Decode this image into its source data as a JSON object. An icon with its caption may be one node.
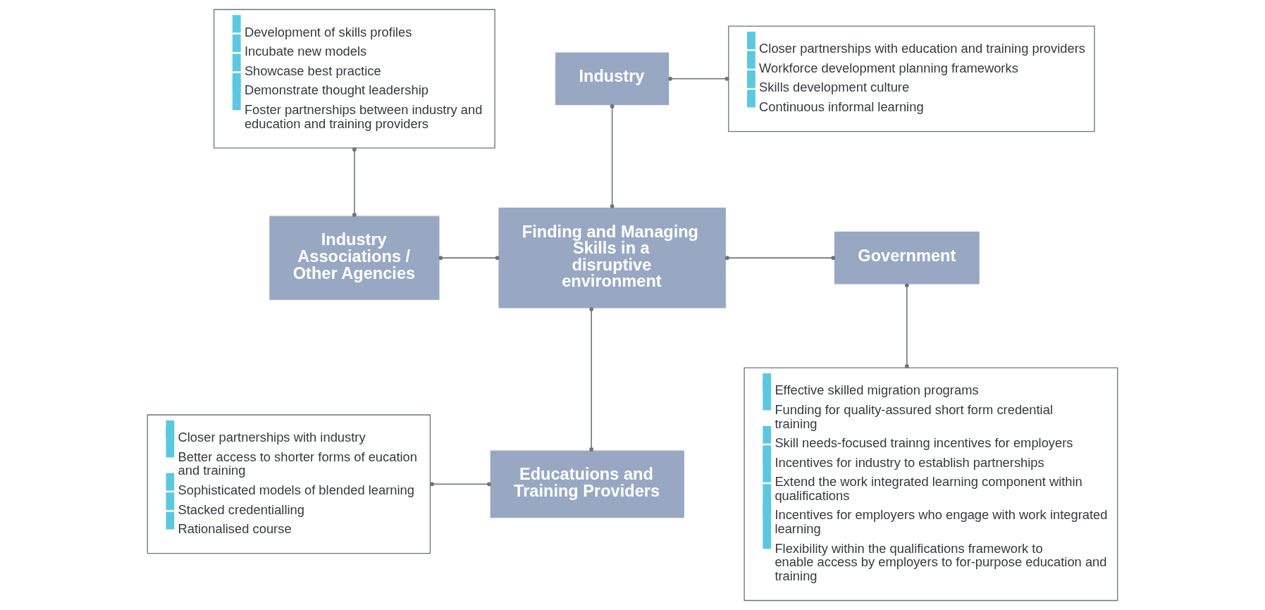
{
  "diagram": {
    "nodes": [
      {
        "text": [
          "Development of skills profiles",
          "Incubate new models",
          "Showcase best practice",
          "Demonstrate thought leadership",
          "Foster partnerships between industry and education and training providers"
        ]
      },
      {
        "text": [
          "Industry"
        ]
      },
      {
        "text": [
          "Closer partnerships with education and training providers",
          "Workforce development planning frameworks",
          "Skills development culture",
          "Continuous informal learning"
        ]
      },
      {
        "text": [
          "Industry Associations / Other Agencies"
        ]
      },
      {
        "text": [
          "Finding and Managing Skills in a disruptive environment"
        ]
      },
      {
        "text": [
          "Government"
        ]
      },
      {
        "text": [
          "Closer partnerships with industry",
          "Better access to shorter forms of eucation and training",
          "Sophisticated models of blended learning",
          "Stacked credentialling",
          "Rationalised course"
        ]
      },
      {
        "text": [
          "Educatuions and Training Providers"
        ]
      },
      {
        "text": [
          "Effective skilled migration programs",
          "Funding for quality-assured short form credential training",
          "Skill needs-focused trainng incentives for employers",
          "Incentives for industry to establish partnerships",
          "Extend the work integrated learning component within qualifications",
          "Incentives for employers who engage with work integrated learning",
          "Flexibility within the qualifications framework to enable access by employers to for-purpose education and training"
        ]
      }
    ],
    "edges": [
      {
        "from": 0,
        "to": 3,
        "arrow": "other"
      },
      {
        "from": 1,
        "to": 2,
        "arrow": "other"
      },
      {
        "from": 1,
        "to": 4,
        "arrow": "other"
      },
      {
        "from": 3,
        "to": 4,
        "arrow": "other"
      },
      {
        "from": 4,
        "to": 5,
        "arrow": "other"
      },
      {
        "from": 5,
        "to": 8,
        "arrow": "other"
      },
      {
        "from": 4,
        "to": 7,
        "arrow": "other"
      },
      {
        "from": 6,
        "to": 7,
        "arrow": "other"
      }
    ]
  }
}
